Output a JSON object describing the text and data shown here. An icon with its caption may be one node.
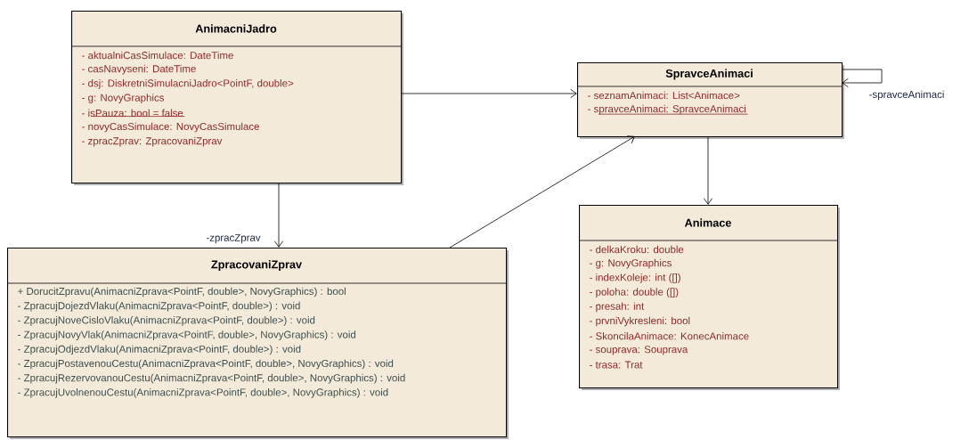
{
  "diagram": {
    "nodes": [
      {
        "text": [
          "AnimacniJadro",
          "- aktualniCasSimulace: DateTime",
          "- casNavyseni: DateTime",
          "- dsj: DiskretniSimulacniJadro<PointF, double>",
          "- g: NovyGraphics",
          "- isPauza: bool = false",
          "- novyCasSimulace: NovyCasSimulace",
          "- zpracZprav: ZpracovaniZprav"
        ]
      },
      {
        "text": [
          "SpravceAnimaci",
          "- seznamAnimaci: List<Animace>",
          "- spravceAnimaci: SpravceAnimaci"
        ]
      },
      {
        "text": [
          "ZpracovaniZprav",
          "+ DorucitZpravu(AnimacniZprava<PointF, double>, NovyGraphics) : bool",
          "- ZpracujDojezdVlaku(AnimacniZprava<PointF, double>) : void",
          "- ZpracujNoveCisloVlaku(AnimacniZprava<PointF, double>) : void",
          "- ZpracujNovyVlak(AnimacniZprava<PointF, double>, NovyGraphics) : void",
          "- ZpracujOdjezdVlaku(AnimacniZprava<PointF, double>) : void",
          "- ZpracujPostavenouCestu(AnimacniZprava<PointF, double>, NovyGraphics) : void",
          "- ZpracujRezervovanouCestu(AnimacniZprava<PointF, double>, NovyGraphics) : void",
          "- ZpracujUvolnenouCestu(AnimacniZprava<PointF, double>, NovyGraphics) : void"
        ]
      },
      {
        "text": [
          "Animace",
          "- delkaKroku: double",
          "- g: NovyGraphics",
          "- indexKoleje: int ([])",
          "- poloha: double ([])",
          "- presah: int",
          "- prvniVykresleni: bool",
          "- SkoncilaAnimace: KonecAnimace",
          "- souprava: Souprava",
          "- trasa: Trat"
        ]
      }
    ],
    "edges": [
      {
        "from": 0,
        "to": 1,
        "arrow": "to"
      },
      {
        "from": 0,
        "to": 2,
        "arrow": "to",
        "label": "-zpracZprav"
      },
      {
        "from": 2,
        "to": 1,
        "arrow": "to"
      },
      {
        "from": 1,
        "to": 3,
        "arrow": "to"
      },
      {
        "from": 1,
        "to": 1,
        "arrow": "to",
        "label": "-spravceAnimaci"
      }
    ]
  }
}
